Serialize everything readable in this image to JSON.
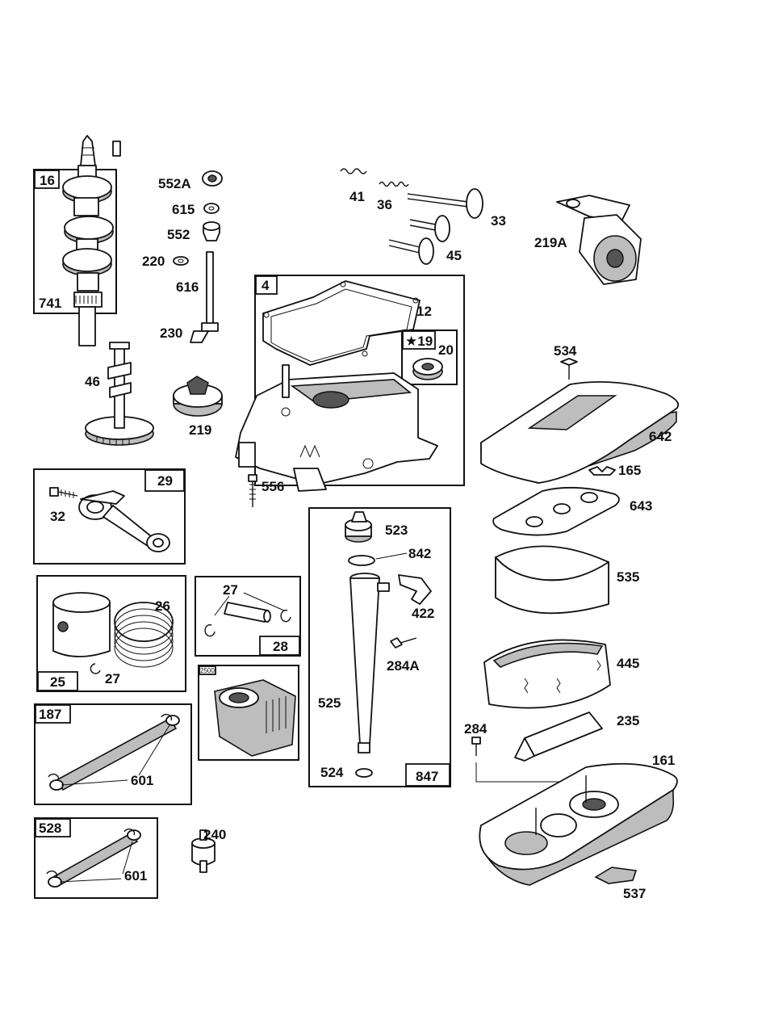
{
  "callouts": {
    "c16": "16",
    "c741": "741",
    "c552A": "552A",
    "c615": "615",
    "c552": "552",
    "c220": "220",
    "c616": "616",
    "c230": "230",
    "c46": "46",
    "c219": "219",
    "c41": "41",
    "c36": "36",
    "c33": "33",
    "c45": "45",
    "c219A": "219A",
    "c4": "4",
    "c12": "12",
    "c19": "★19",
    "c20": "20",
    "c556": "556",
    "c534": "534",
    "c642": "642",
    "c165": "165",
    "c643": "643",
    "c29": "29",
    "c32": "32",
    "c26": "26",
    "c25": "25",
    "c27a": "27",
    "c27b": "27",
    "c28": "28",
    "c2500": "2500",
    "c523": "523",
    "c842": "842",
    "c422": "422",
    "c284A": "284A",
    "c525": "525",
    "c524": "524",
    "c847": "847",
    "c535": "535",
    "c445": "445",
    "c235": "235",
    "c284": "284",
    "c161": "161",
    "c537": "537",
    "c187": "187",
    "c601a": "601",
    "c528": "528",
    "c601b": "601",
    "c240": "240"
  }
}
